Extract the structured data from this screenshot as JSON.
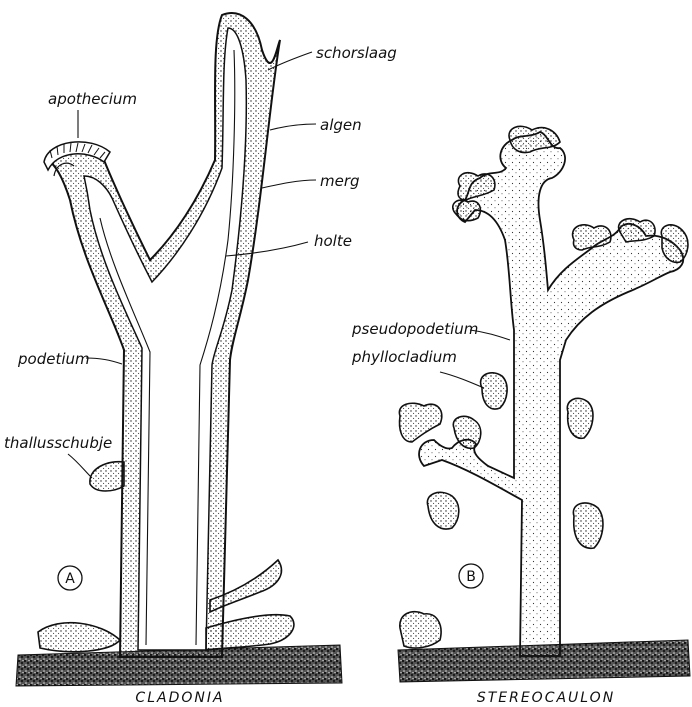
{
  "figure_a": {
    "marker": "A",
    "caption": "CLADONIA",
    "labels": {
      "schorslaag": "schorslaag",
      "algen": "algen",
      "merg": "merg",
      "holte": "holte",
      "apothecium": "apothecium",
      "podetium": "podetium",
      "thallusschubje": "thallusschubje"
    }
  },
  "figure_b": {
    "marker": "B",
    "caption": "STEREOCAULON",
    "labels": {
      "pseudopodetium": "pseudopodetium",
      "phyllocladium": "phyllocladium"
    }
  },
  "colors": {
    "ink": "#111111",
    "paper": "#ffffff",
    "stipple": "#2a2a2a"
  }
}
